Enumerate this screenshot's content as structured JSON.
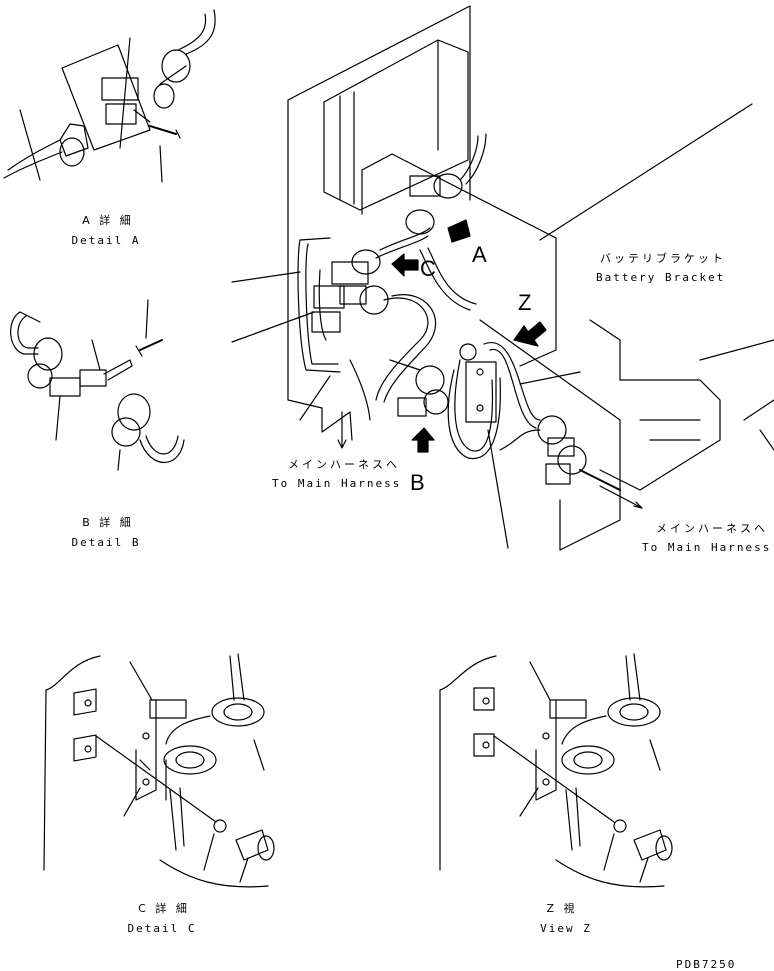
{
  "labels": {
    "detail_a_jp": "A 詳 細",
    "detail_a_en": "Detail A",
    "detail_b_jp": "B 詳 細",
    "detail_b_en": "Detail B",
    "detail_c_jp": "C 詳 細",
    "detail_c_en": "Detail C",
    "view_z_jp": "Z 視",
    "view_z_en": "View Z",
    "battery_bracket_jp": "バッテリブラケット",
    "battery_bracket_en": "Battery Bracket",
    "main_harness_jp_1": "メインハーネスへ",
    "main_harness_en_1": "To Main Harness",
    "main_harness_jp_2": "メインハーネスへ",
    "main_harness_en_2": "To Main Harness",
    "callout_a": "A",
    "callout_b": "B",
    "callout_c": "C",
    "callout_z": "Z",
    "drawing_code": "PDB7250"
  }
}
